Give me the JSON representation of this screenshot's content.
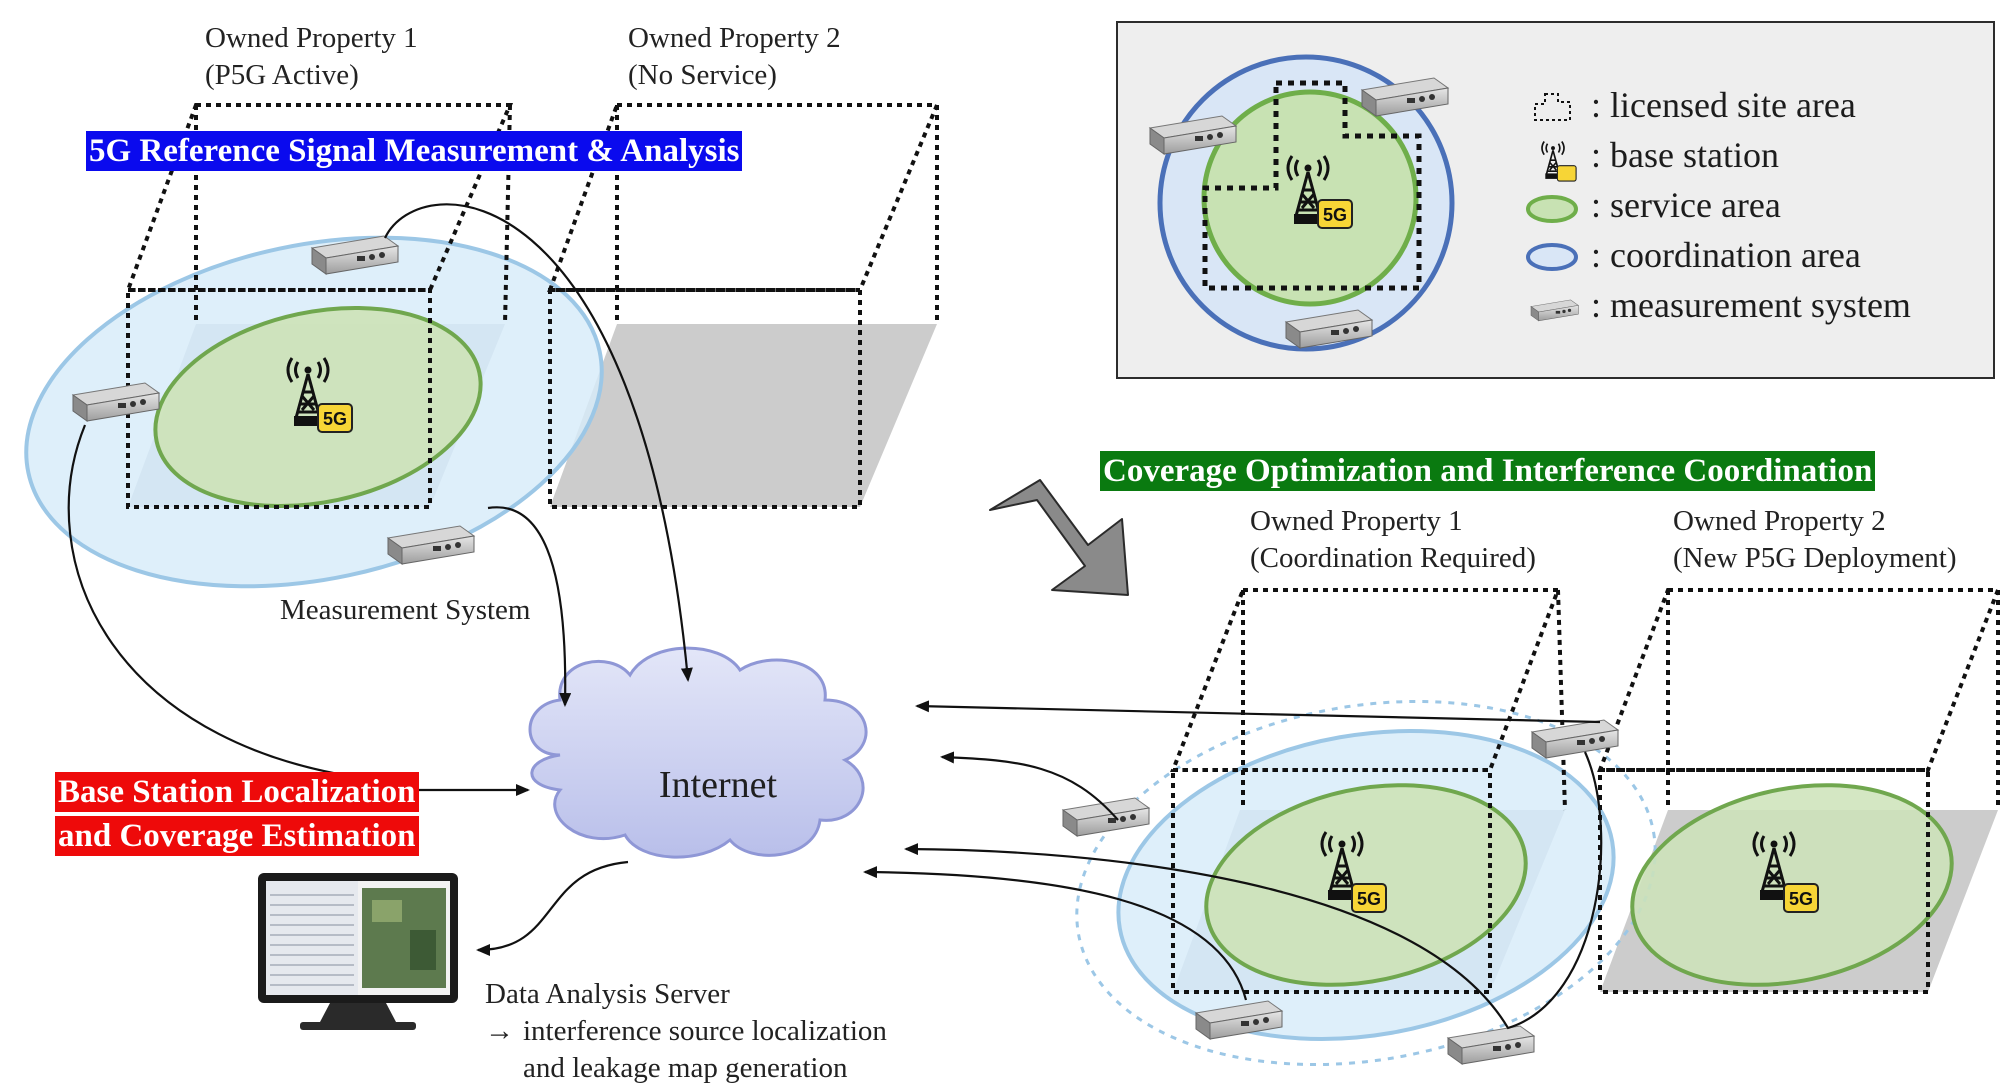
{
  "left": {
    "property1_line1": "Owned Property 1",
    "property1_line2": "(P5G Active)",
    "property2_line1": "Owned Property 2",
    "property2_line2": "(No Service)",
    "measure_banner": "5G Reference Signal Measurement & Analysis",
    "measurement_system": "Measurement System"
  },
  "center": {
    "internet": "Internet",
    "bs_banner_line1": "Base Station Localization",
    "bs_banner_line2": "and Coverage Estimation",
    "server_line1": "Data Analysis Server",
    "server_line2": "interference source localization",
    "server_line3": "and leakage map generation"
  },
  "right": {
    "coverage_banner": "Coverage Optimization and Interference Coordination",
    "property1_line1": "Owned Property 1",
    "property1_line2": "(Coordination Required)",
    "property2_line1": "Owned Property 2",
    "property2_line2": "(New P5G Deployment)"
  },
  "legend": {
    "items": [
      ": licensed site area",
      ": base station",
      ": service area",
      ": coordination area",
      ": measurement system"
    ]
  },
  "icons": {
    "tower_badge": "5G"
  },
  "colors": {
    "measure_banner": "#0a0aee",
    "bs_banner": "#ee0a0a",
    "coverage_banner": "#0a7a10",
    "service_fill": "#cfe5bb",
    "service_stroke": "#6ea84e",
    "coordination_fill": "#dbeefa",
    "coordination_stroke": "#5b8fd0"
  }
}
